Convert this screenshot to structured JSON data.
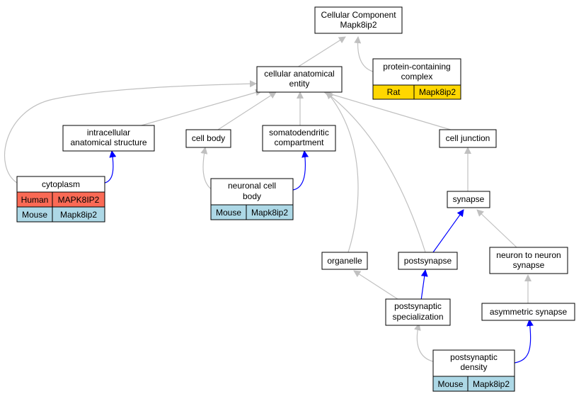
{
  "colors": {
    "edge_gray": "#c0c0c0",
    "edge_blue": "#0000ff",
    "human_fill": "#fa6a55",
    "mouse_fill": "#add8e6",
    "rat_fill": "#ffd700",
    "node_fill": "#ffffff",
    "border": "#000000"
  },
  "nodes": {
    "root": {
      "line1": "Cellular Component",
      "line2": "Mapk8ip2"
    },
    "protein_complex": {
      "line1": "protein-containing",
      "line2": "complex",
      "rows": [
        {
          "species": "Rat",
          "gene": "Mapk8ip2"
        }
      ]
    },
    "cellular_anatomical_entity": {
      "line1": "cellular anatomical",
      "line2": "entity"
    },
    "intracellular_anatomical_structure": {
      "line1": "intracellular",
      "line2": "anatomical structure"
    },
    "cell_body": {
      "label": "cell body"
    },
    "somatodendritic_compartment": {
      "line1": "somatodendritic",
      "line2": "compartment"
    },
    "cell_junction": {
      "label": "cell junction"
    },
    "cytoplasm": {
      "label": "cytoplasm",
      "rows": [
        {
          "species": "Human",
          "gene": "MAPK8IP2"
        },
        {
          "species": "Mouse",
          "gene": "Mapk8ip2"
        }
      ]
    },
    "neuronal_cell_body": {
      "line1": "neuronal cell",
      "line2": "body",
      "rows": [
        {
          "species": "Mouse",
          "gene": "Mapk8ip2"
        }
      ]
    },
    "synapse": {
      "label": "synapse"
    },
    "organelle": {
      "label": "organelle"
    },
    "postsynapse": {
      "label": "postsynapse"
    },
    "neuron_to_neuron_synapse": {
      "line1": "neuron to neuron",
      "line2": "synapse"
    },
    "postsynaptic_specialization": {
      "line1": "postsynaptic",
      "line2": "specialization"
    },
    "asymmetric_synapse": {
      "label": "asymmetric synapse"
    },
    "postsynaptic_density": {
      "line1": "postsynaptic",
      "line2": "density",
      "rows": [
        {
          "species": "Mouse",
          "gene": "Mapk8ip2"
        }
      ]
    }
  }
}
